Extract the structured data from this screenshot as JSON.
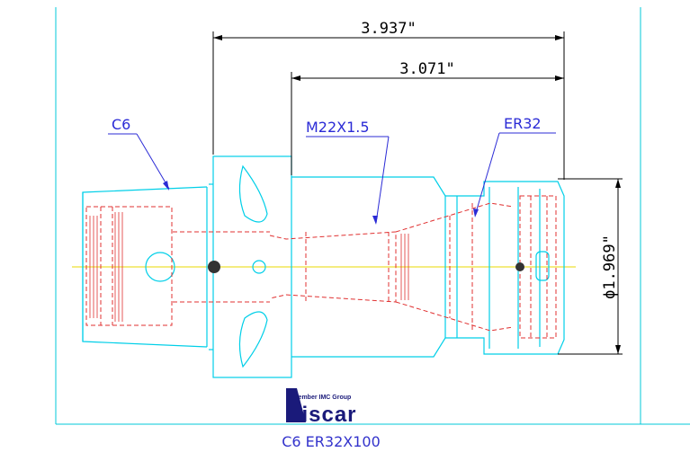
{
  "dimensions": {
    "overall_length": "3.937\"",
    "projection_length": "3.071\"",
    "diameter": "ϕ1.969\""
  },
  "callouts": {
    "shank": "C6",
    "thread": "M22X1.5",
    "collet": "ER32"
  },
  "logo": {
    "tagline": "Member IMC Group",
    "brand": "iscar"
  },
  "caption": "C6 ER32X100",
  "colors": {
    "outline": "#00cfe8",
    "hidden": "#e03030",
    "dimension": "#000000",
    "callout": "#2b2bd6",
    "centerline": "#e8d800",
    "frame": "#00c8d8"
  }
}
